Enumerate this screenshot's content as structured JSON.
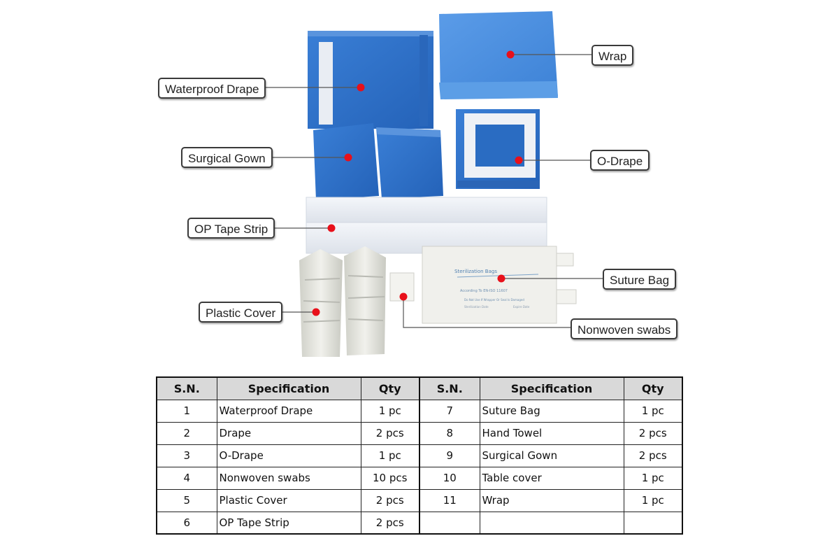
{
  "callouts": {
    "waterproof_drape": "Waterproof Drape",
    "surgical_gown": "Surgical Gown",
    "op_tape_strip": "OP Tape Strip",
    "plastic_cover": "Plastic Cover",
    "wrap": "Wrap",
    "o_drape": "O-Drape",
    "suture_bag": "Suture Bag",
    "nonwoven_swabs": "Nonwoven swabs"
  },
  "bag_print": {
    "title": "Sterilization Bags",
    "line1": "According To EN-ISO 11607",
    "line2": "Do Not Use If Wrapper Or Seal Is Damaged",
    "line3": "Sterilization Date",
    "line4": "Expire Date"
  },
  "table": {
    "headers": {
      "sn": "S.N.",
      "spec": "Specification",
      "qty": "Qty"
    },
    "rows": [
      {
        "sn1": "1",
        "spec1": "Waterproof Drape",
        "qty1": "1 pc",
        "sn2": "7",
        "spec2": "Suture Bag",
        "qty2": "1 pc"
      },
      {
        "sn1": "2",
        "spec1": "Drape",
        "qty1": "2 pcs",
        "sn2": "8",
        "spec2": "Hand Towel",
        "qty2": "2 pcs"
      },
      {
        "sn1": "3",
        "spec1": "O-Drape",
        "qty1": "1 pc",
        "sn2": "9",
        "spec2": "Surgical Gown",
        "qty2": "2 pcs"
      },
      {
        "sn1": "4",
        "spec1": "Nonwoven swabs",
        "qty1": "10 pcs",
        "sn2": "10",
        "spec2": "Table cover",
        "qty2": "1 pc"
      },
      {
        "sn1": "5",
        "spec1": "Plastic Cover",
        "qty1": "2 pcs",
        "sn2": "11",
        "spec2": "Wrap",
        "qty2": "1 pc"
      },
      {
        "sn1": "6",
        "spec1": "OP Tape Strip",
        "qty1": "2 pcs",
        "sn2": "",
        "spec2": "",
        "qty2": ""
      }
    ]
  },
  "colors": {
    "drape_blue": "#2f74c8",
    "wrap_blue": "#4a8fe0",
    "dot_red": "#e8101a"
  }
}
